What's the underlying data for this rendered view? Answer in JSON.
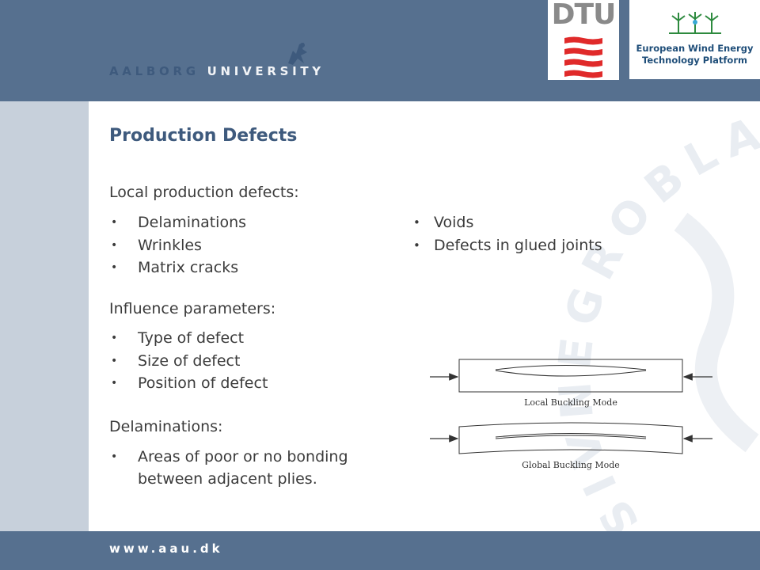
{
  "header": {
    "university_word1": "AALBORG",
    "university_word2": "UNIVERSITY",
    "dtu_logo_text": "DTU",
    "platform_line1": "European Wind Energy",
    "platform_line2": "Technology Platform"
  },
  "footer": {
    "website": "www.aau.dk"
  },
  "slide": {
    "title": "Production Defects",
    "local_heading": "Local production defects:",
    "local_left": [
      "Delaminations",
      "Wrinkles",
      "Matrix cracks"
    ],
    "local_right": [
      "Voids",
      "Defects in glued joints"
    ],
    "influence_heading": "Influence parameters:",
    "influence_items": [
      "Type of defect",
      "Size of defect",
      "Position of defect"
    ],
    "delam_heading": "Delaminations:",
    "delam_items": [
      "Areas of poor or no bonding between adjacent plies."
    ]
  },
  "figure": {
    "local_caption": "Local Buckling Mode",
    "global_caption": "Global Buckling Mode"
  },
  "watermark_text": "UNIVERSITAS AALBORGENSIS",
  "colors": {
    "bar_blue": "#56708f",
    "title_blue": "#3e5a7d",
    "left_band": "#c7d0db",
    "dtu_red": "#e02a2a"
  }
}
